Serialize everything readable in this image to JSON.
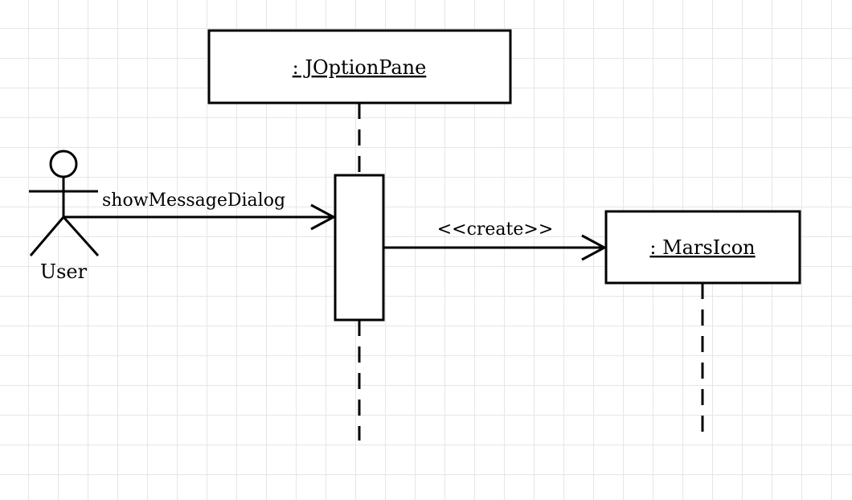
{
  "diagram": {
    "type": "uml-sequence",
    "actor": {
      "name": "User"
    },
    "lifelines": [
      {
        "id": "joptionpane",
        "label": ": JOptionPane"
      },
      {
        "id": "marsicon",
        "label": ": MarsIcon"
      }
    ],
    "messages": [
      {
        "from": "User",
        "to": ": JOptionPane",
        "label": "showMessageDialog"
      },
      {
        "from": ": JOptionPane",
        "to": ": MarsIcon",
        "label": "<<create>>"
      }
    ]
  }
}
